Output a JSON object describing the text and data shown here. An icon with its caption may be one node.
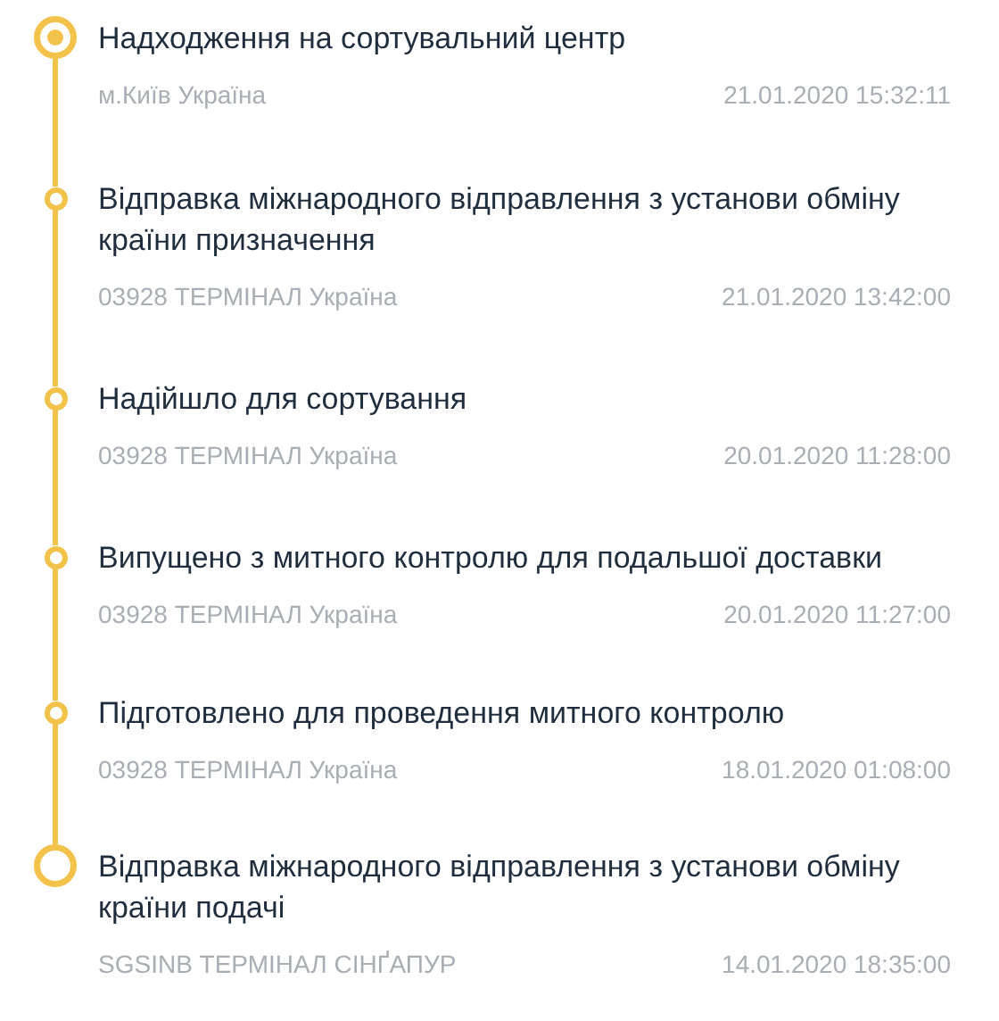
{
  "diagram": {
    "nodes": [
      {
        "text": [],
        "shape": "circle",
        "beside": [
          "Надходження на сортувальний центр",
          "м.Київ Україна"
        ]
      },
      {
        "text": [],
        "shape": "circle",
        "beside": [
          "Відправка міжнародного відправлення з установи обміну країни призначення",
          "03928 ТЕРМІНАЛ Україна"
        ]
      },
      {
        "text": [],
        "shape": "circle",
        "beside": [
          "Надійшло для сортування",
          "03928 ТЕРМІНАЛ Україна"
        ]
      },
      {
        "text": [],
        "shape": "circle",
        "beside": [
          "Випущено з митного контролю для подальшої доставки",
          "03928 ТЕРМІНАЛ Україна"
        ]
      },
      {
        "text": [],
        "shape": "circle",
        "beside": [
          "Підготовлено для проведення митного контролю",
          "03928 ТЕРМІНАЛ Україна"
        ]
      },
      {
        "text": [],
        "shape": "circle",
        "beside": [
          "Відправка міжнародного відправлення з установи обміну країни подачі",
          "SGSINB ТЕРМІНАЛ СІНҐАПУР"
        ]
      }
    ],
    "edges": [
      {
        "from": 0,
        "to": 1,
        "arrow": "none"
      },
      {
        "from": 1,
        "to": 2,
        "arrow": "none"
      },
      {
        "from": 2,
        "to": 3,
        "arrow": "none"
      },
      {
        "from": 3,
        "to": 4,
        "arrow": "none"
      },
      {
        "from": 4,
        "to": 5,
        "arrow": "none"
      }
    ],
    "labels": [
      "21.01.2020 15:32:11",
      "21.01.2020 13:42:00",
      "20.01.2020 11:28:00",
      "20.01.2020 11:27:00",
      "18.01.2020 01:08:00",
      "14.01.2020 18:35:00"
    ]
  }
}
